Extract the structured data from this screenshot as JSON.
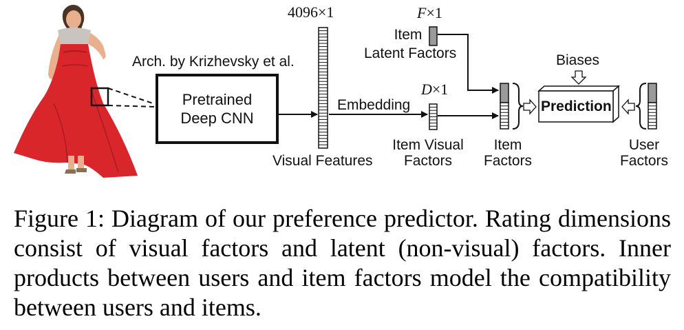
{
  "diagram": {
    "dim_visual": "4096×1",
    "dim_latent_symbol": "F",
    "dim_latent_suffix": "×1",
    "dim_embed_symbol": "D",
    "dim_embed_suffix": "×1",
    "arch_label": "Arch. by Krizhevsky et al.",
    "cnn_line1": "Pretrained",
    "cnn_line2": "Deep CNN",
    "visual_features": "Visual Features",
    "embedding": "Embedding",
    "item_latent_line1": "Item",
    "item_latent_line2": "Latent Factors",
    "item_visual_line1": "Item Visual",
    "item_visual_line2": "Factors",
    "item_factors_line1": "Item",
    "item_factors_line2": "Factors",
    "biases": "Biases",
    "prediction": "Prediction",
    "user_factors_line1": "User",
    "user_factors_line2": "Factors"
  },
  "caption": "Figure 1: Diagram of our preference predictor. Rating dimensions consist of visual factors and latent (non-visual) factors. Inner products between users and item factors model the compatibility between users and items.",
  "colors": {
    "dress": "#d8262b",
    "bodice": "#c9c4c0",
    "skin": "#e8b08f",
    "hair": "#4a3322",
    "factor_fill": "#9a9a9a"
  }
}
